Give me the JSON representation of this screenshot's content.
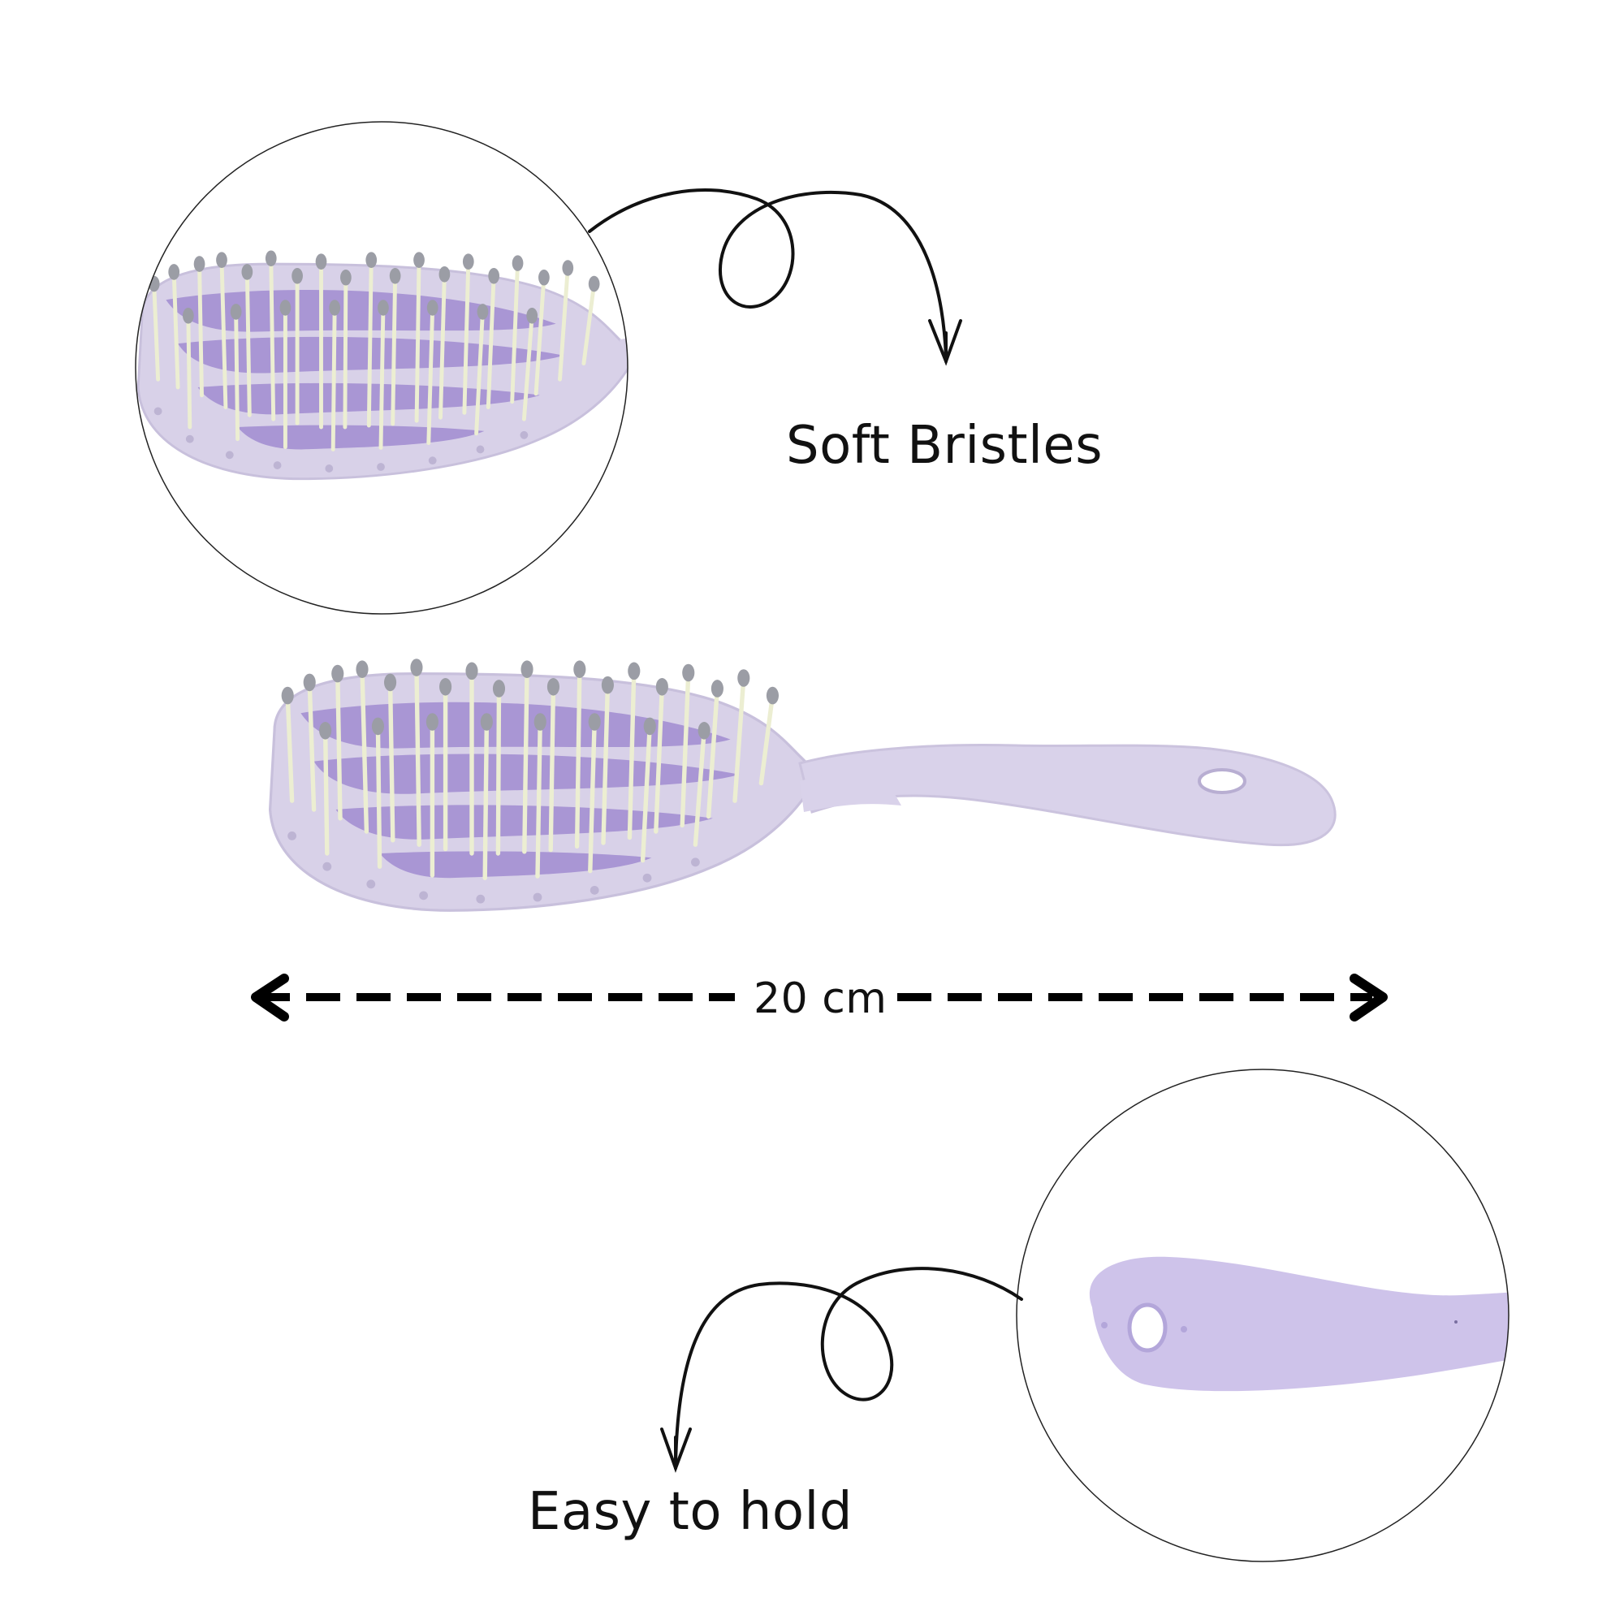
{
  "features": {
    "bristles_label": "Soft Bristles",
    "handle_label": "Easy to hold"
  },
  "dimension": {
    "length_label": "20 cm"
  },
  "colors": {
    "brush_body": "#d9d2ea",
    "brush_inner": "#a995d6",
    "bristle_pin": "#eef0d8",
    "bristle_tip": "#9a9ca4",
    "outline": "#111111"
  },
  "icons": [
    "curly-arrow-icon",
    "double-arrow-icon"
  ]
}
